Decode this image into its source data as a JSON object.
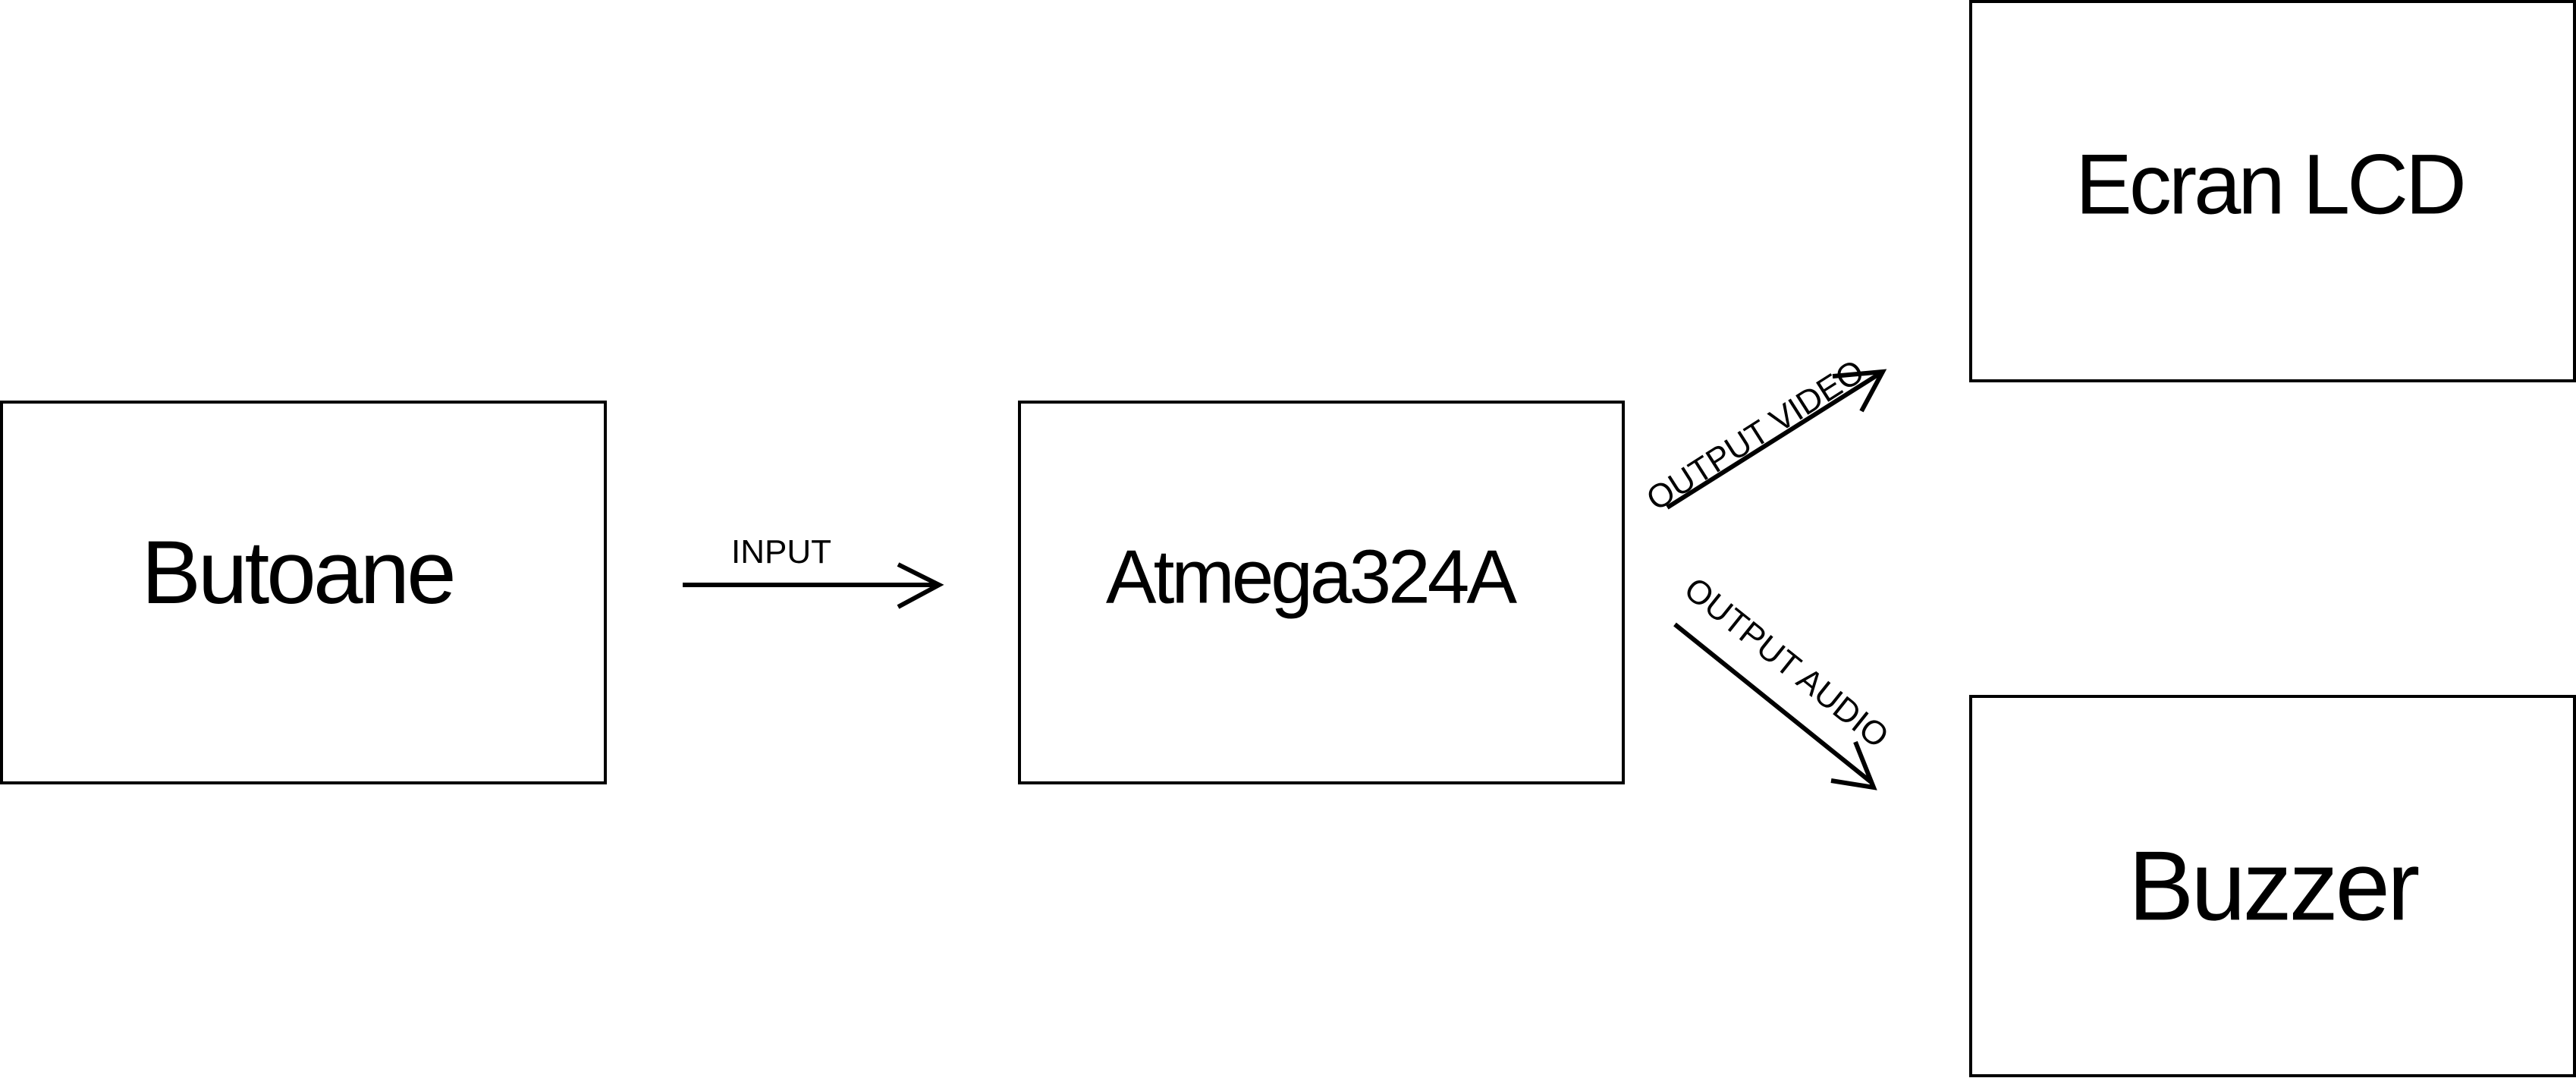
{
  "diagram": {
    "nodes": {
      "butoane": {
        "label": "Butoane"
      },
      "atmega": {
        "label": "Atmega324A"
      },
      "ecran": {
        "label": "Ecran LCD"
      },
      "buzzer": {
        "label": "Buzzer"
      }
    },
    "edges": {
      "input": {
        "label": "INPUT",
        "from": "Butoane",
        "to": "Atmega324A"
      },
      "output_video": {
        "label": "OUTPUT VIDEO",
        "from": "Atmega324A",
        "to": "Ecran LCD"
      },
      "output_audio": {
        "label": "OUTPUT AUDIO",
        "from": "Atmega324A",
        "to": "Buzzer"
      }
    },
    "colors": {
      "stroke": "#000000",
      "background": "#ffffff"
    }
  }
}
